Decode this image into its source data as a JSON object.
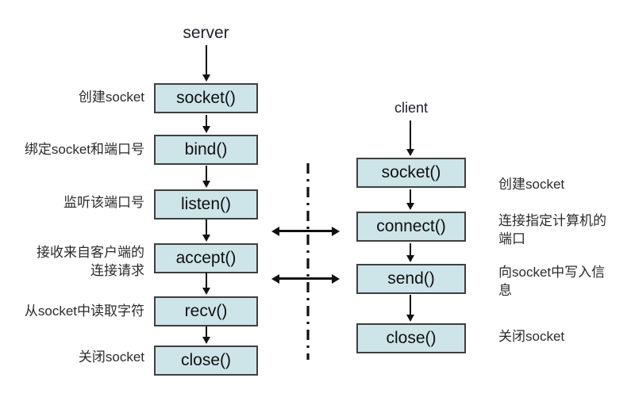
{
  "diagram": {
    "server": {
      "title": "server",
      "steps": [
        {
          "func": "socket()",
          "lines": [
            "创建socket"
          ]
        },
        {
          "func": "bind()",
          "lines": [
            "绑定socket和端口号"
          ]
        },
        {
          "func": "listen()",
          "lines": [
            "监听该端口号"
          ]
        },
        {
          "func": "accept()",
          "lines": [
            "接收来自客户端的",
            "连接请求"
          ]
        },
        {
          "func": "recv()",
          "lines": [
            "从socket中读取字符"
          ]
        },
        {
          "func": "close()",
          "lines": [
            "关闭socket"
          ]
        }
      ]
    },
    "client": {
      "title": "client",
      "steps": [
        {
          "func": "socket()",
          "lines": [
            "创建socket"
          ]
        },
        {
          "func": "connect()",
          "lines": [
            "连接指定计算机的",
            "端口"
          ]
        },
        {
          "func": "send()",
          "lines": [
            "向socket中写入信",
            "息"
          ]
        },
        {
          "func": "close()",
          "lines": [
            "关闭socket"
          ]
        }
      ]
    },
    "colors": {
      "box_fill": "#cde4e9",
      "box_border": "#3f3f3f",
      "arrow": "#111111",
      "label_text": "#2b2b2b"
    }
  }
}
